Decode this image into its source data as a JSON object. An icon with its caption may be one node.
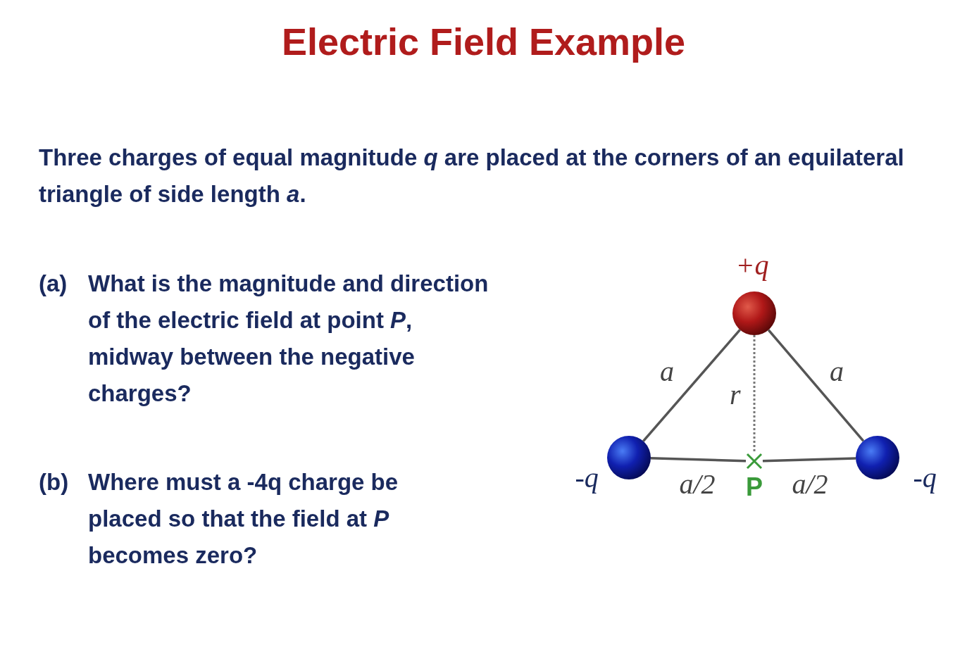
{
  "diagram": {
    "title": "Electric Field Example",
    "nodes": [
      {
        "text": [],
        "shape": "circle",
        "beside": [
          "+q"
        ]
      },
      {
        "text": [],
        "shape": "circle",
        "beside": [
          "-q"
        ]
      },
      {
        "text": [],
        "shape": "circle",
        "beside": [
          "-q"
        ]
      },
      {
        "text": [],
        "shape": "cross",
        "beside": [
          "P"
        ]
      }
    ],
    "edges": [
      {
        "from": 0,
        "to": 1,
        "arrow": "none",
        "label": "a"
      },
      {
        "from": 0,
        "to": 2,
        "arrow": "none",
        "label": "a"
      },
      {
        "from": 1,
        "to": 3,
        "arrow": "none",
        "label": "a/2"
      },
      {
        "from": 3,
        "to": 2,
        "arrow": "none",
        "label": "a/2"
      },
      {
        "from": 0,
        "to": 3,
        "arrow": "none",
        "label": "r",
        "style": "dashed"
      }
    ],
    "labels": [
      "Three charges of equal magnitude *q* are placed at the corners of an equilateral triangle of side length *a*.",
      "(a)",
      "What is the magnitude and direction of the electric field at point *P*, midway between the negative charges?",
      "(b)",
      "Where must a -4q charge be placed so that the field at *P* becomes zero?"
    ]
  }
}
